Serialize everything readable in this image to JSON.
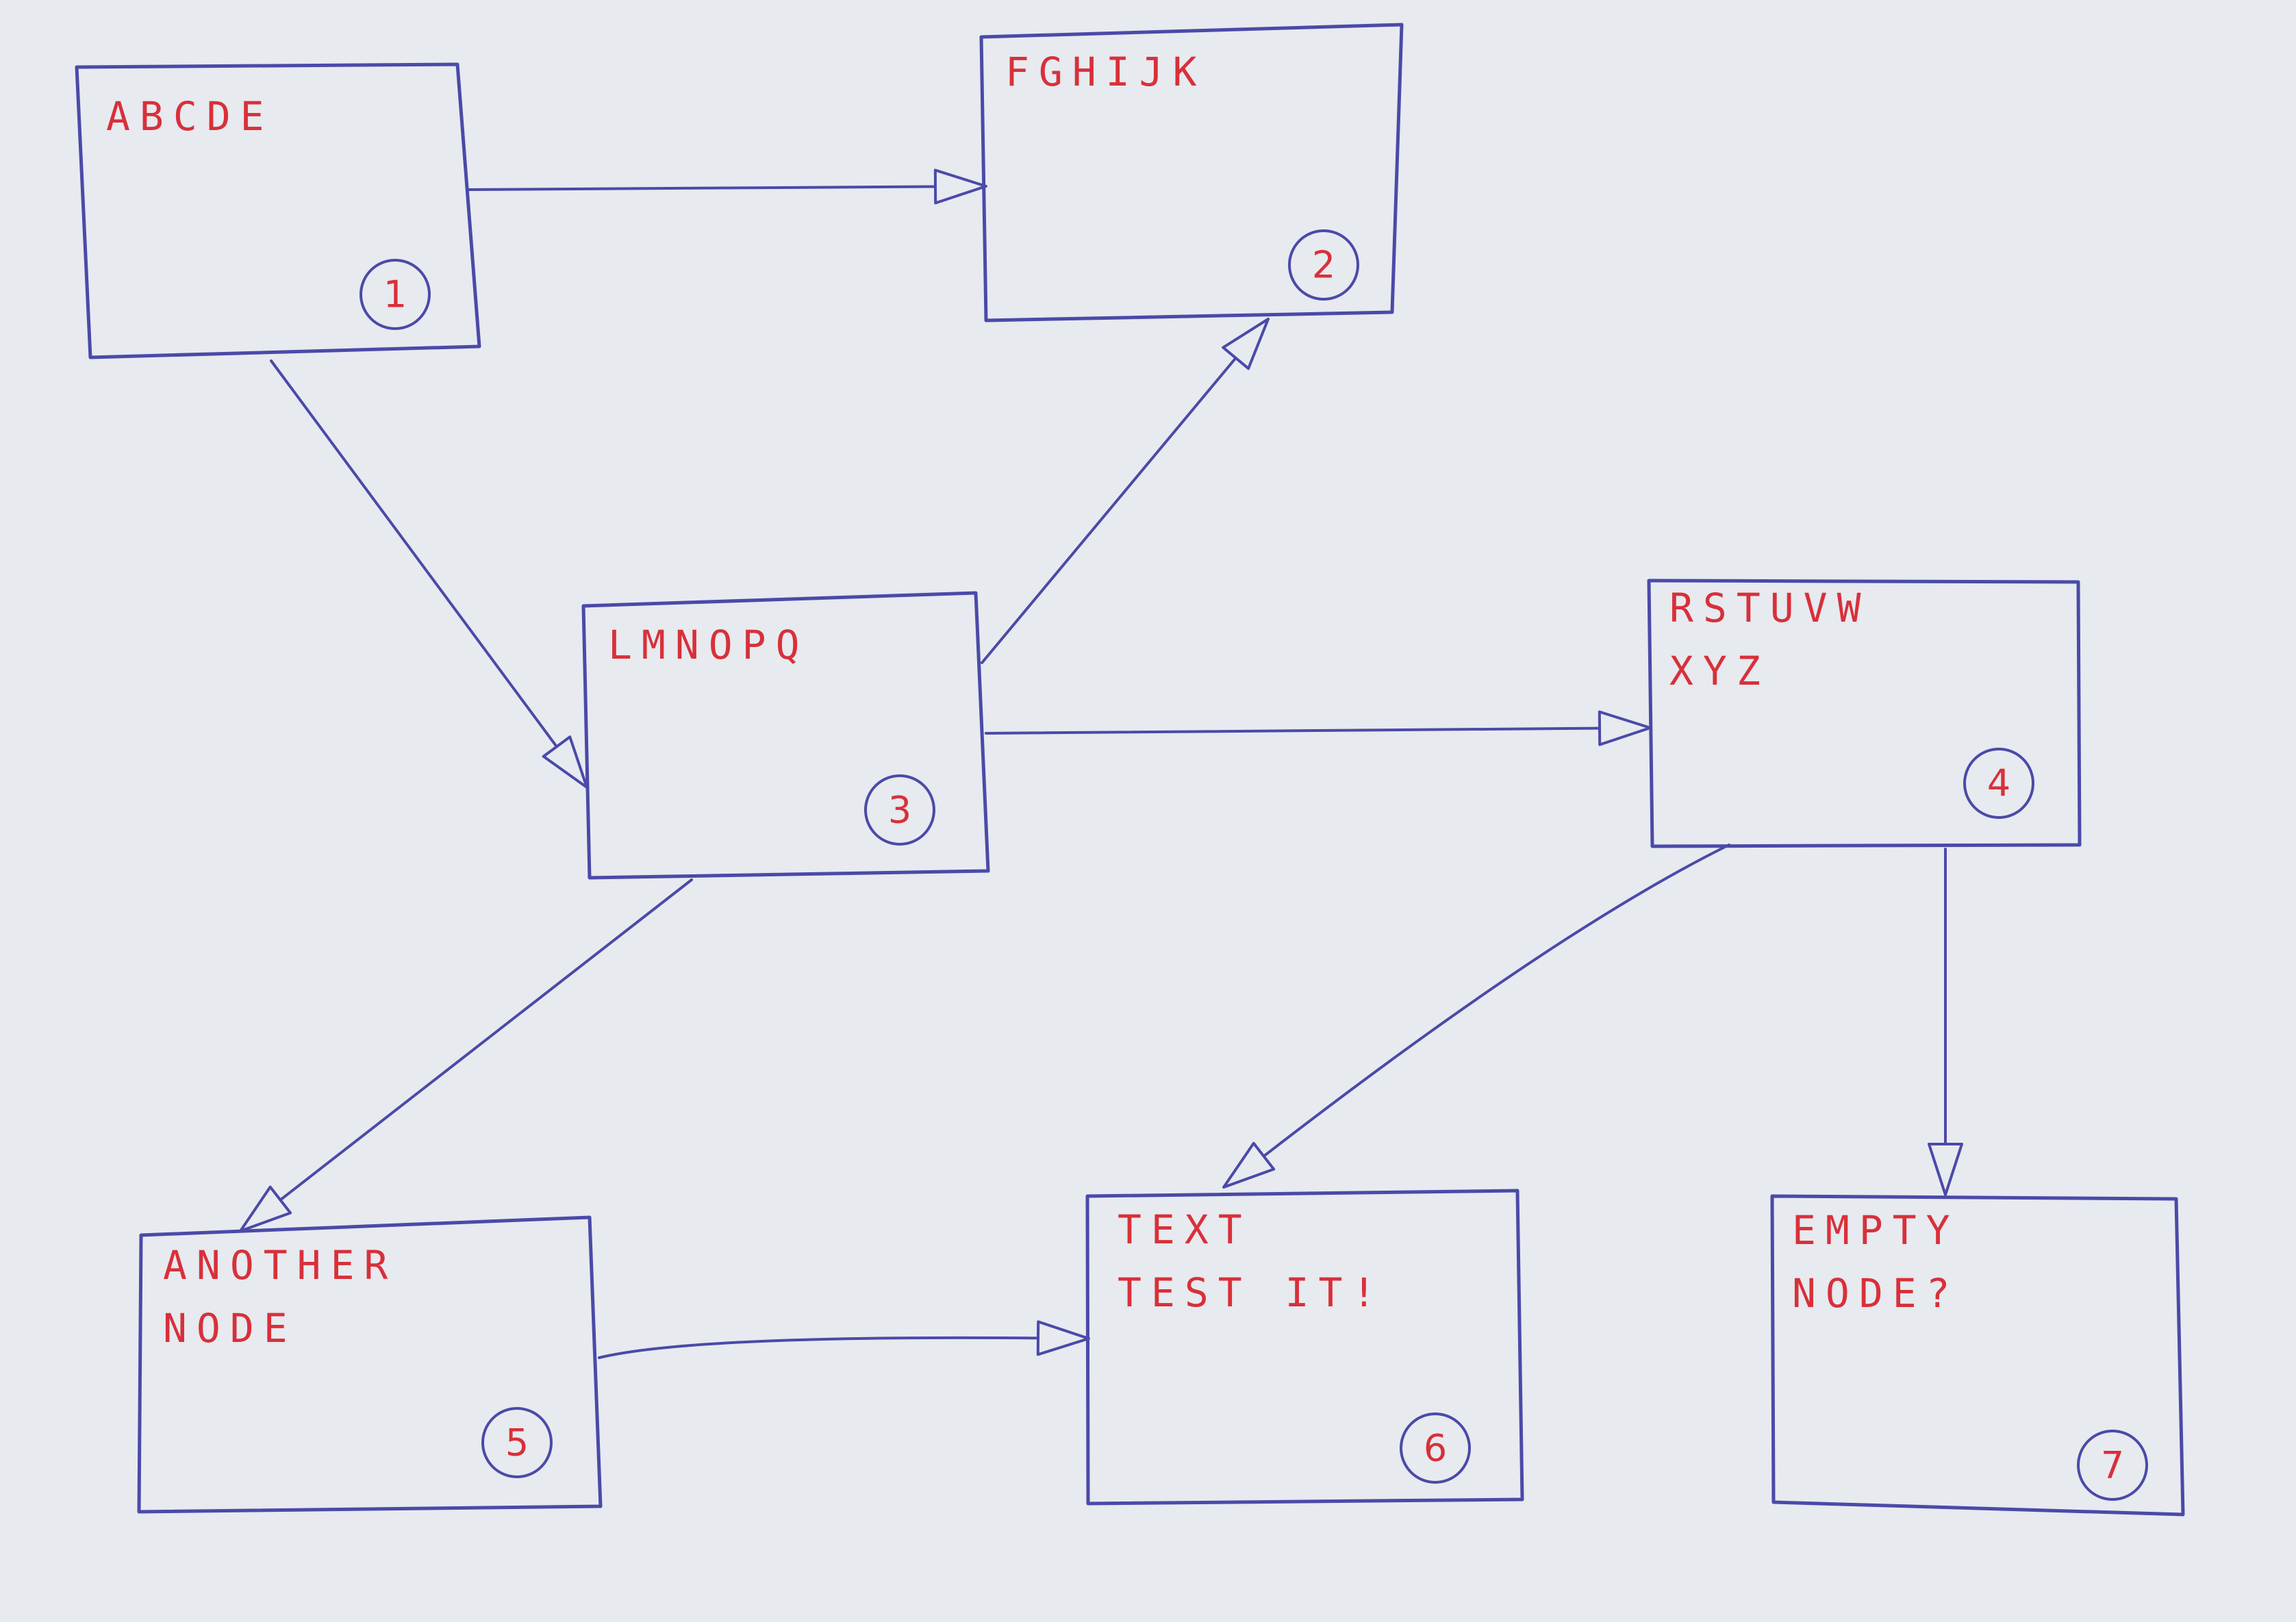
{
  "nodes": [
    {
      "id": "1",
      "lines": [
        "ABCDE"
      ],
      "number": "1"
    },
    {
      "id": "2",
      "lines": [
        "FGHIJK"
      ],
      "number": "2"
    },
    {
      "id": "3",
      "lines": [
        "LMNOPQ"
      ],
      "number": "3"
    },
    {
      "id": "4",
      "lines": [
        "RSTUVW",
        "XYZ"
      ],
      "number": "4"
    },
    {
      "id": "5",
      "lines": [
        "ANOTHER",
        "NODE"
      ],
      "number": "5"
    },
    {
      "id": "6",
      "lines": [
        "TEXT",
        "TEST IT!"
      ],
      "number": "6"
    },
    {
      "id": "7",
      "lines": [
        "EMPTY",
        "NODE?"
      ],
      "number": "7"
    }
  ],
  "edges": [
    {
      "from": "1",
      "to": "2"
    },
    {
      "from": "1",
      "to": "3"
    },
    {
      "from": "3",
      "to": "2"
    },
    {
      "from": "3",
      "to": "4"
    },
    {
      "from": "3",
      "to": "5"
    },
    {
      "from": "4",
      "to": "6"
    },
    {
      "from": "4",
      "to": "7"
    },
    {
      "from": "5",
      "to": "6"
    }
  ],
  "colors": {
    "ink_blue": "#4a4aa8",
    "ink_red": "#d8303a",
    "paper": "#e7eaef"
  }
}
